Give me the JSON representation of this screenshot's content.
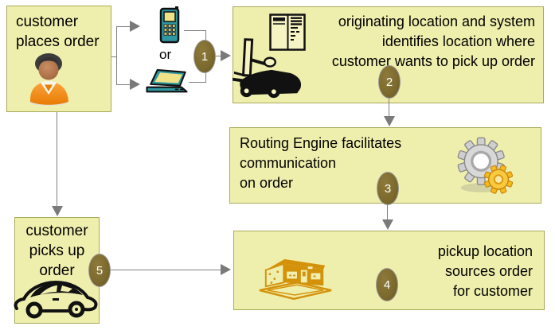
{
  "boxes": {
    "customer_places_order": {
      "line1": "customer",
      "line2": "places order"
    },
    "originating_location": {
      "line1": "originating location and system",
      "line2": "identifies location where",
      "line3": "customer wants to pick up order"
    },
    "routing_engine": {
      "line1": "Routing Engine facilitates",
      "line2": "communication",
      "line3": "on order"
    },
    "pickup_location": {
      "line1": "pickup location",
      "line2": "sources order",
      "line3": "for customer"
    },
    "customer_picks_up": {
      "line1": "customer",
      "line2": "picks up",
      "line3": "order"
    }
  },
  "labels": {
    "or": "or"
  },
  "badges": {
    "step1": "1",
    "step2": "2",
    "step3": "3",
    "step4": "4",
    "step5": "5"
  },
  "icons": {
    "customer": "person-icon",
    "order_channel_top": "mobile-phone-icon",
    "order_channel_bottom": "laptop-icon",
    "originating_system": "server-icon",
    "originating_warehouse": "forklift-icon",
    "routing_engine": "gears-icon",
    "pickup_location": "store-icon",
    "customer_pickup": "car-icon"
  },
  "colors": {
    "box_fill": "#EFEFAD",
    "box_border": "#A9A95B",
    "badge_fill": "#7D6B2E",
    "arrow_gray": "#7F7F7F",
    "icon_teal": "#2E97A0",
    "icon_amber": "#D4920B",
    "icon_orange": "#F28A0C",
    "gear_gray": "#CFCFCF",
    "gear_yellow": "#F6BB1E",
    "screen_yellow": "#F0E287"
  }
}
